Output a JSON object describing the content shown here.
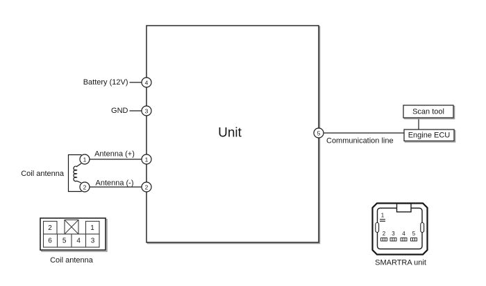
{
  "unit": {
    "label": "Unit"
  },
  "pins": {
    "battery": {
      "num": "4",
      "label": "Battery (12V)"
    },
    "gnd": {
      "num": "3",
      "label": "GND"
    },
    "antenna_plus": {
      "num": "1",
      "label": "Antenna (+)"
    },
    "antenna_minus": {
      "num": "2",
      "label": "Antenna (-)"
    },
    "comm": {
      "num": "5",
      "label": "Communication line"
    }
  },
  "coil": {
    "label": "Coil antenna"
  },
  "external": {
    "scan_tool": "Scan tool",
    "engine_ecu": "Engine ECU"
  },
  "coil_connector": {
    "label": "Coil antenna",
    "top_cells": [
      "2",
      "1"
    ],
    "bottom_cells": [
      "6",
      "5",
      "4",
      "3"
    ]
  },
  "smartra_connector": {
    "label": "SMARTRA unit",
    "top_pin": "1",
    "bottom_pins": [
      "2",
      "3",
      "4",
      "5"
    ]
  },
  "colors": {
    "line": "#1a1a1a",
    "shadow": "#9e9e9e",
    "background": "#ffffff"
  }
}
